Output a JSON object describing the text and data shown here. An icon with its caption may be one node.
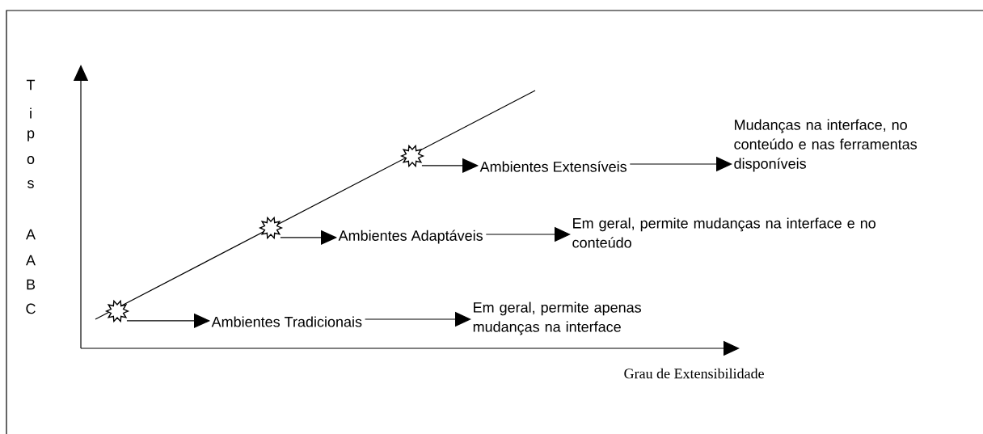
{
  "diagram": {
    "nodes": [
      {
        "text": [],
        "shape": "star"
      },
      {
        "text": [
          "Ambientes Extensíveis"
        ]
      },
      {
        "text": [
          "Mudanças na interface, no conteúdo e nas ferramentas disponíveis"
        ]
      },
      {
        "text": [],
        "shape": "star"
      },
      {
        "text": [
          "Ambientes Adaptáveis"
        ]
      },
      {
        "text": [
          "Em geral, permite mudanças na interface e no conteúdo"
        ]
      },
      {
        "text": [],
        "shape": "star"
      },
      {
        "text": [
          "Ambientes Tradicionais"
        ]
      },
      {
        "text": [
          "Em geral, permite apenas mudanças na interface"
        ]
      }
    ],
    "edges": [
      {
        "from": 0,
        "to": 1,
        "arrow": "to"
      },
      {
        "from": 1,
        "to": 2,
        "arrow": "to"
      },
      {
        "from": 3,
        "to": 4,
        "arrow": "to"
      },
      {
        "from": 4,
        "to": 5,
        "arrow": "to"
      },
      {
        "from": 6,
        "to": 7,
        "arrow": "to"
      },
      {
        "from": 7,
        "to": 8,
        "arrow": "to"
      }
    ],
    "labels": [
      "T",
      "i",
      "p",
      "o",
      "s",
      "A",
      "A",
      "B",
      "C",
      "Grau de Extensibilidade"
    ]
  }
}
